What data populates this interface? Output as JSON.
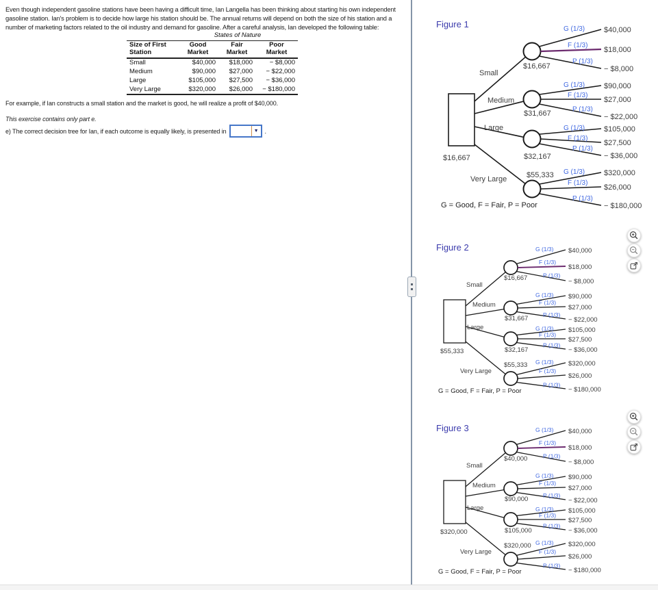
{
  "left_panel": {
    "intro_lines": [
      "Even though independent gasoline stations have been having a difficult time, Ian Langella has been thinking about starting his own independent",
      "gasoline station.  Ian's problem is to decide how large his station should be.  The annual returns will depend on both the size of his station and a",
      "number of marketing factors related to the oil industry and demand for gasoline.  After a careful analysis,  Ian developed the following table:"
    ],
    "table": {
      "spanner": "States of Nature",
      "col_headers": [
        {
          "l1": "Size of First",
          "l2": "Station"
        },
        {
          "l1": "Good",
          "l2": "Market"
        },
        {
          "l1": "Fair",
          "l2": "Market"
        },
        {
          "l1": "Poor",
          "l2": "Market"
        }
      ],
      "rows": [
        {
          "label": "Small",
          "good": "$40,000",
          "fair": "$18,000",
          "poor": "− $8,000"
        },
        {
          "label": "Medium",
          "good": "$90,000",
          "fair": "$27,000",
          "poor": "− $22,000"
        },
        {
          "label": "Large",
          "good": "$105,000",
          "fair": "$27,500",
          "poor": "− $36,000"
        },
        {
          "label": "Very Large",
          "good": "$320,000",
          "fair": "$26,000",
          "poor": "− $180,000"
        }
      ]
    },
    "example_note": "For example, if Ian constructs a small station and the market is good, he will realize a profit of $40,000.",
    "exercise_note": "This exercise contains only part e.",
    "question_prefix": "e) The correct decision tree for Ian, if each outcome is equally likely, is presented in",
    "question_suffix": ".",
    "answer_dropdown": {
      "value": "",
      "arrow_glyph": "▼"
    }
  },
  "figures": [
    {
      "title": "Figure 1",
      "root_value": "$16,667",
      "legend": "G = Good, F = Fair, P = Poor",
      "branches": [
        {
          "name": "Small",
          "ev": "$16,667",
          "outcomes": [
            {
              "label": "G (1/3)",
              "value": "$40,000"
            },
            {
              "label": "F (1/3)",
              "value": "$18,000"
            },
            {
              "label": "P (1/3)",
              "value": "− $8,000"
            }
          ]
        },
        {
          "name": "Medium",
          "ev": "$31,667",
          "outcomes": [
            {
              "label": "G (1/3)",
              "value": "$90,000"
            },
            {
              "label": "F (1/3)",
              "value": "$27,000"
            },
            {
              "label": "P (1/3)",
              "value": "− $22,000"
            }
          ]
        },
        {
          "name": "Large",
          "ev": "$32,167",
          "outcomes": [
            {
              "label": "G (1/3)",
              "value": "$105,000"
            },
            {
              "label": "F (1/3)",
              "value": "$27,500"
            },
            {
              "label": "P (1/3)",
              "value": "− $36,000"
            }
          ]
        },
        {
          "name": "Very Large",
          "ev": "$55,333",
          "outcomes": [
            {
              "label": "G (1/3)",
              "value": "$320,000"
            },
            {
              "label": "F (1/3)",
              "value": "$26,000"
            },
            {
              "label": "P (1/3)",
              "value": "− $180,000"
            }
          ]
        }
      ]
    },
    {
      "title": "Figure 2",
      "root_value": "$55,333",
      "legend": "G = Good, F = Fair, P = Poor",
      "branches": [
        {
          "name": "Small",
          "ev": "$16,667",
          "outcomes": [
            {
              "label": "G (1/3)",
              "value": "$40,000"
            },
            {
              "label": "F (1/3)",
              "value": "$18,000"
            },
            {
              "label": "P (1/3)",
              "value": "− $8,000"
            }
          ]
        },
        {
          "name": "Medium",
          "ev": "$31,667",
          "outcomes": [
            {
              "label": "G (1/3)",
              "value": "$90,000"
            },
            {
              "label": "F (1/3)",
              "value": "$27,000"
            },
            {
              "label": "P (1/3)",
              "value": "− $22,000"
            }
          ]
        },
        {
          "name": "Large",
          "ev": "$32,167",
          "outcomes": [
            {
              "label": "G (1/3)",
              "value": "$105,000"
            },
            {
              "label": "F (1/3)",
              "value": "$27,500"
            },
            {
              "label": "P (1/3)",
              "value": "− $36,000"
            }
          ]
        },
        {
          "name": "Very Large",
          "ev": "$55,333",
          "outcomes": [
            {
              "label": "G (1/3)",
              "value": "$320,000"
            },
            {
              "label": "F (1/3)",
              "value": "$26,000"
            },
            {
              "label": "P (1/3)",
              "value": "− $180,000"
            }
          ]
        }
      ]
    },
    {
      "title": "Figure 3",
      "root_value": "$320,000",
      "legend": "G = Good, F = Fair, P = Poor",
      "branches": [
        {
          "name": "Small",
          "ev": "$40,000",
          "outcomes": [
            {
              "label": "G (1/3)",
              "value": "$40,000"
            },
            {
              "label": "F (1/3)",
              "value": "$18,000"
            },
            {
              "label": "P (1/3)",
              "value": "− $8,000"
            }
          ]
        },
        {
          "name": "Medium",
          "ev": "$90,000",
          "outcomes": [
            {
              "label": "G (1/3)",
              "value": "$90,000"
            },
            {
              "label": "F (1/3)",
              "value": "$27,000"
            },
            {
              "label": "P (1/3)",
              "value": "− $22,000"
            }
          ]
        },
        {
          "name": "Large",
          "ev": "$105,000",
          "outcomes": [
            {
              "label": "G (1/3)",
              "value": "$105,000"
            },
            {
              "label": "F (1/3)",
              "value": "$27,500"
            },
            {
              "label": "P (1/3)",
              "value": "− $36,000"
            }
          ]
        },
        {
          "name": "Very Large",
          "ev": "$320,000",
          "outcomes": [
            {
              "label": "G (1/3)",
              "value": "$320,000"
            },
            {
              "label": "F (1/3)",
              "value": "$26,000"
            },
            {
              "label": "P (1/3)",
              "value": "− $180,000"
            }
          ]
        }
      ]
    }
  ],
  "figure_tools": {
    "buttons": [
      {
        "icon": "zoom-in-icon"
      },
      {
        "icon": "zoom-out-icon"
      },
      {
        "icon": "open-in-new-icon"
      }
    ]
  },
  "colors": {
    "figure_title": "#3b3bac",
    "prob_label": "#4169e1",
    "payoff_text": "#3d3d3d",
    "tree_line": "#1a1a1a",
    "highlight_line": "#6b2a6e",
    "divider": "#8494a8",
    "select_border": "#4576c8"
  }
}
